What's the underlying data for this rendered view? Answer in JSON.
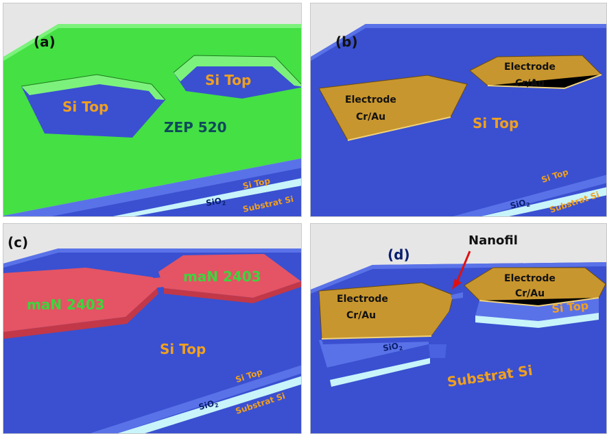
{
  "panels": {
    "a": {
      "label": "(a)",
      "resist": "ZEP 520",
      "window_left": "Si Top",
      "window_right": "Si Top",
      "layer_top": "Si Top",
      "layer_sub": "Substrat Si",
      "oxide_main": "SiO",
      "oxide_sub": "2"
    },
    "b": {
      "label": "(b)",
      "electrode_left_1": "Electrode",
      "electrode_left_2": "Cr/Au",
      "electrode_right_1": "Electrode",
      "electrode_right_2": "Cr/Au",
      "surface": "Si Top",
      "layer_top": "Si Top",
      "layer_sub": "Substrat Si",
      "oxide_main": "SiO",
      "oxide_sub": "2"
    },
    "c": {
      "label": "(c)",
      "resist_left": "maN 2403",
      "resist_right": "maN 2403",
      "surface": "Si Top",
      "layer_top": "Si Top",
      "layer_sub": "Substrat Si",
      "oxide_main": "SiO",
      "oxide_sub": "2"
    },
    "d": {
      "label": "(d)",
      "nanowire": "Nanofil",
      "electrode_left_1": "Electrode",
      "electrode_left_2": "Cr/Au",
      "electrode_right_1": "Electrode",
      "electrode_right_2": "Cr/Au",
      "layer_top": "Si Top",
      "oxide_main": "SiO",
      "oxide_sub": "2",
      "substrate": "Substrat Si"
    }
  },
  "colors": {
    "si_blue": "#3a50d0",
    "si_blue_side": "#5a72e8",
    "zep_green": "#44e044",
    "zep_green_light": "#7cf27c",
    "gold": "#c8962e",
    "man_red": "#e45464",
    "oxide_cyan": "#c8f4fa",
    "text_orange": "#f0a020",
    "text_navy": "#0a1e6e",
    "text_green": "#3ed43e",
    "text_teal": "#0e4a5a",
    "arrow_red": "#e01010"
  }
}
